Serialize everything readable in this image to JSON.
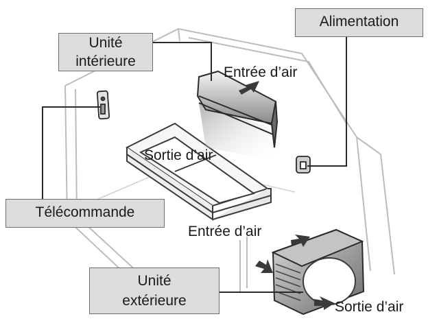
{
  "labels": {
    "indoor_unit_line1": "Unité",
    "indoor_unit_line2": "intérieure",
    "power_supply": "Alimentation",
    "remote_control": "Télécommande",
    "outdoor_unit_line1": "Unité",
    "outdoor_unit_line2": "extérieure",
    "air_inlet_indoor": "Entrée d’air",
    "air_outlet_indoor": "Sortie d’air",
    "air_inlet_outdoor": "Entrée d’air",
    "air_outlet_outdoor": "Sortie d’air"
  },
  "colors": {
    "callout_fill": "#dcdcdc",
    "callout_border": "#6e6e6e",
    "line": "#2a2a2a",
    "room_wall": "#bcbcbc"
  }
}
